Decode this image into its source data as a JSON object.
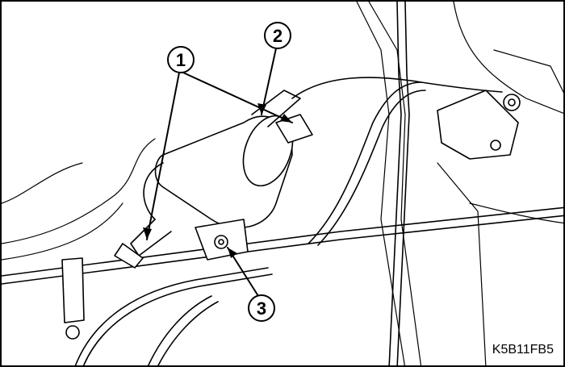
{
  "figure": {
    "code": "K5B11FB5",
    "callouts": [
      {
        "number": "1"
      },
      {
        "number": "2"
      },
      {
        "number": "3"
      }
    ]
  }
}
